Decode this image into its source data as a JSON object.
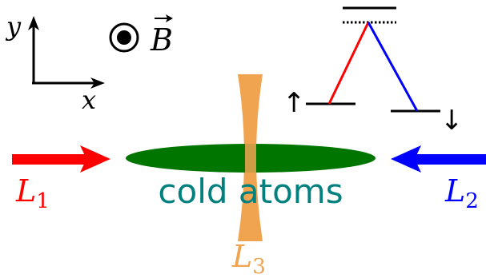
{
  "axes": {
    "y_label": "y",
    "x_label": "x"
  },
  "field": {
    "symbol": "B"
  },
  "beams": {
    "l1": {
      "letter": "L",
      "subscript": "1",
      "color": "#ff0000"
    },
    "l2": {
      "letter": "L",
      "subscript": "2",
      "color": "#0000ff"
    },
    "l3": {
      "letter": "L",
      "subscript": "3",
      "color": "#f0a450"
    }
  },
  "cloud": {
    "label": "cold atoms",
    "fill_color": "#007500",
    "label_color": "#00807e"
  },
  "levels": {
    "up_symbol": "↑",
    "down_symbol": "↓"
  }
}
